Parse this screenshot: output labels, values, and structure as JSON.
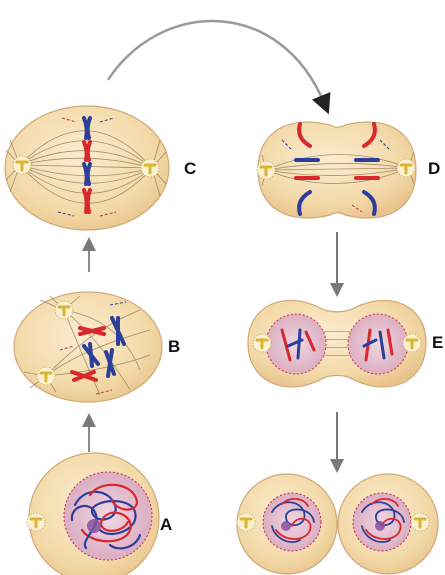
{
  "stages": [
    {
      "id": "A",
      "label": "A"
    },
    {
      "id": "B",
      "label": "B"
    },
    {
      "id": "C",
      "label": "C"
    },
    {
      "id": "D",
      "label": "D"
    },
    {
      "id": "E",
      "label": "E"
    }
  ],
  "colors": {
    "cell_fill": "#f3d9a8",
    "cell_stroke": "#cfa978",
    "nucleus_fill": "#e8c7d4",
    "nucleus_edge": "#c0304a",
    "chromosome_red": "#d9272e",
    "chromosome_blue": "#2e3f9a",
    "centrosome": "#d8b632",
    "spindle": "#8c7a58",
    "arrow": "#7a7a7a"
  }
}
